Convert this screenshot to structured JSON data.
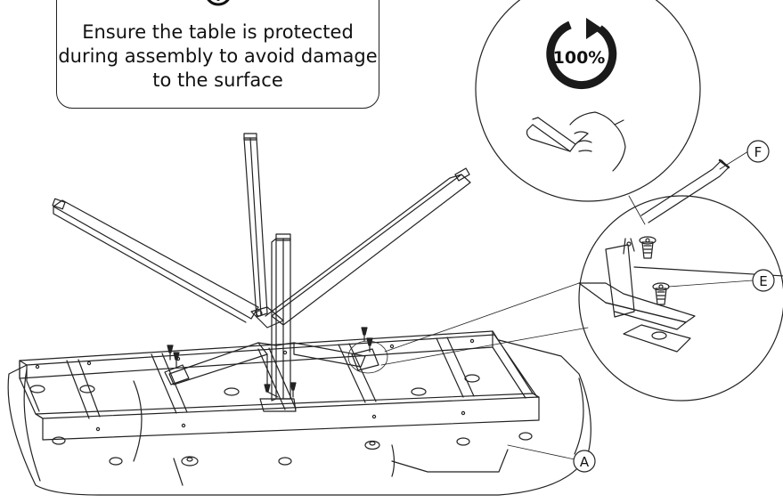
{
  "notice": {
    "lines": [
      "Ensure the table is protected",
      "during assembly to avoid damage",
      "to the surface"
    ],
    "icon": "caution-icon"
  },
  "detail": {
    "torque_label": "100%",
    "rotation_icon": "clockwise-rotation-icon",
    "tool_icon": "hex-key-icon"
  },
  "parts": {
    "tabletop": "A",
    "screw": "E",
    "hex_key": "F"
  },
  "colors": {
    "line": "#222222",
    "torque_ring": "#1a1a1a",
    "background": "#ffffff"
  }
}
